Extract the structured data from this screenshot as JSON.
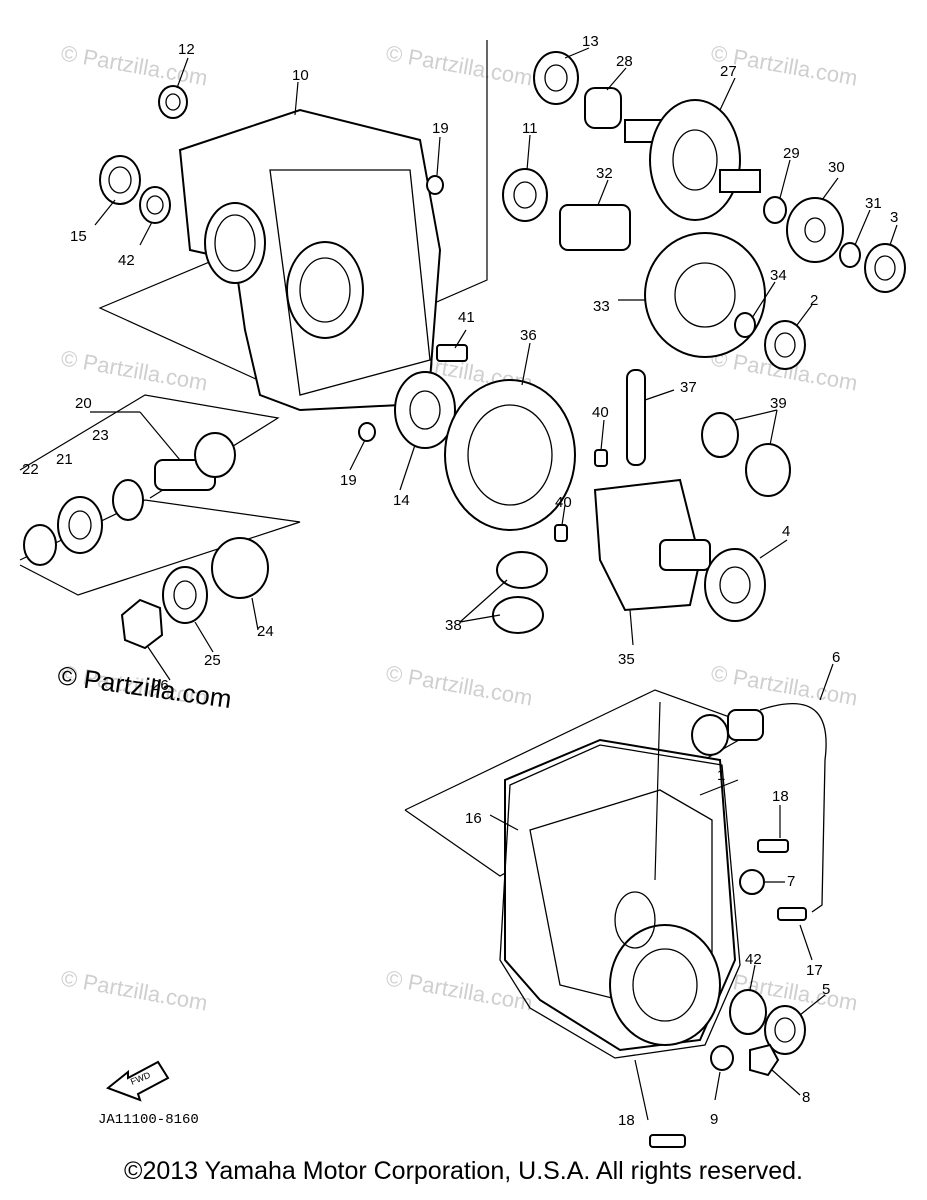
{
  "watermark_text": "© Partzilla.com",
  "partzilla_stamp": "© Partzilla.com",
  "diagram_code": "JA11100-8160",
  "copyright": "©2013  Yamaha Motor Corporation, U.S.A. All rights reserved.",
  "fwd_icon": "fwd-arrow-icon",
  "callouts": [
    "1",
    "2",
    "3",
    "4",
    "5",
    "6",
    "7",
    "8",
    "9",
    "10",
    "11",
    "12",
    "13",
    "14",
    "15",
    "16",
    "17",
    "18",
    "18",
    "19",
    "19",
    "20",
    "21",
    "22",
    "23",
    "24",
    "25",
    "26",
    "27",
    "28",
    "29",
    "30",
    "31",
    "32",
    "33",
    "34",
    "35",
    "36",
    "37",
    "38",
    "39",
    "40",
    "40",
    "41",
    "42",
    "42"
  ]
}
